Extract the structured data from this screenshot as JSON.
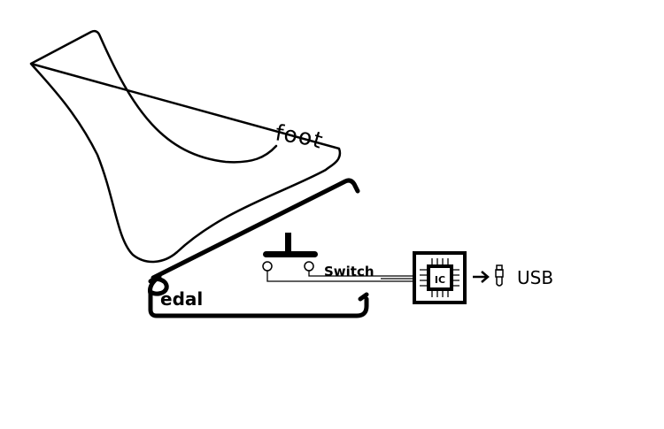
{
  "labels": {
    "foot": "foot",
    "pedal_rest": "edal",
    "switch": "Switch",
    "ic": "IC",
    "usb": "USB"
  },
  "colors": {
    "stroke": "#000000",
    "background": "#ffffff"
  },
  "icons": {
    "pedal_letter": "p-shape",
    "connector": "usb-plug-icon",
    "arrow": "arrow-right-icon"
  }
}
